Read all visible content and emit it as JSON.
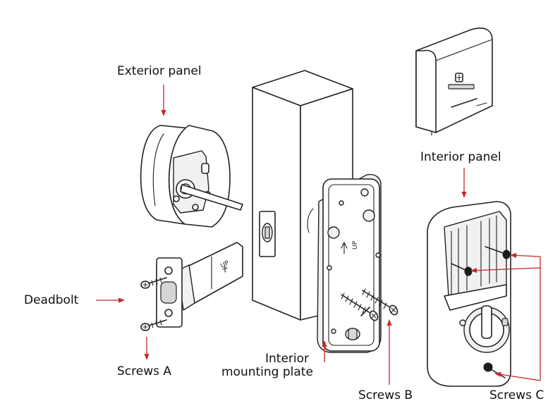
{
  "labels": {
    "exterior_panel": "Exterior panel",
    "interior_panel": "Interior panel",
    "deadbolt": "Deadbolt",
    "screws_a": "Screws A",
    "interior_mounting_plate_line1": "Interior",
    "interior_mounting_plate_line2": "mounting plate",
    "screws_b": "Screws B",
    "screws_c": "Screws C"
  },
  "markings": {
    "deadbolt_up": "UP",
    "plate_up": "UP"
  },
  "colors": {
    "leader_arrow": "#c62828",
    "line_art": "#222222"
  }
}
